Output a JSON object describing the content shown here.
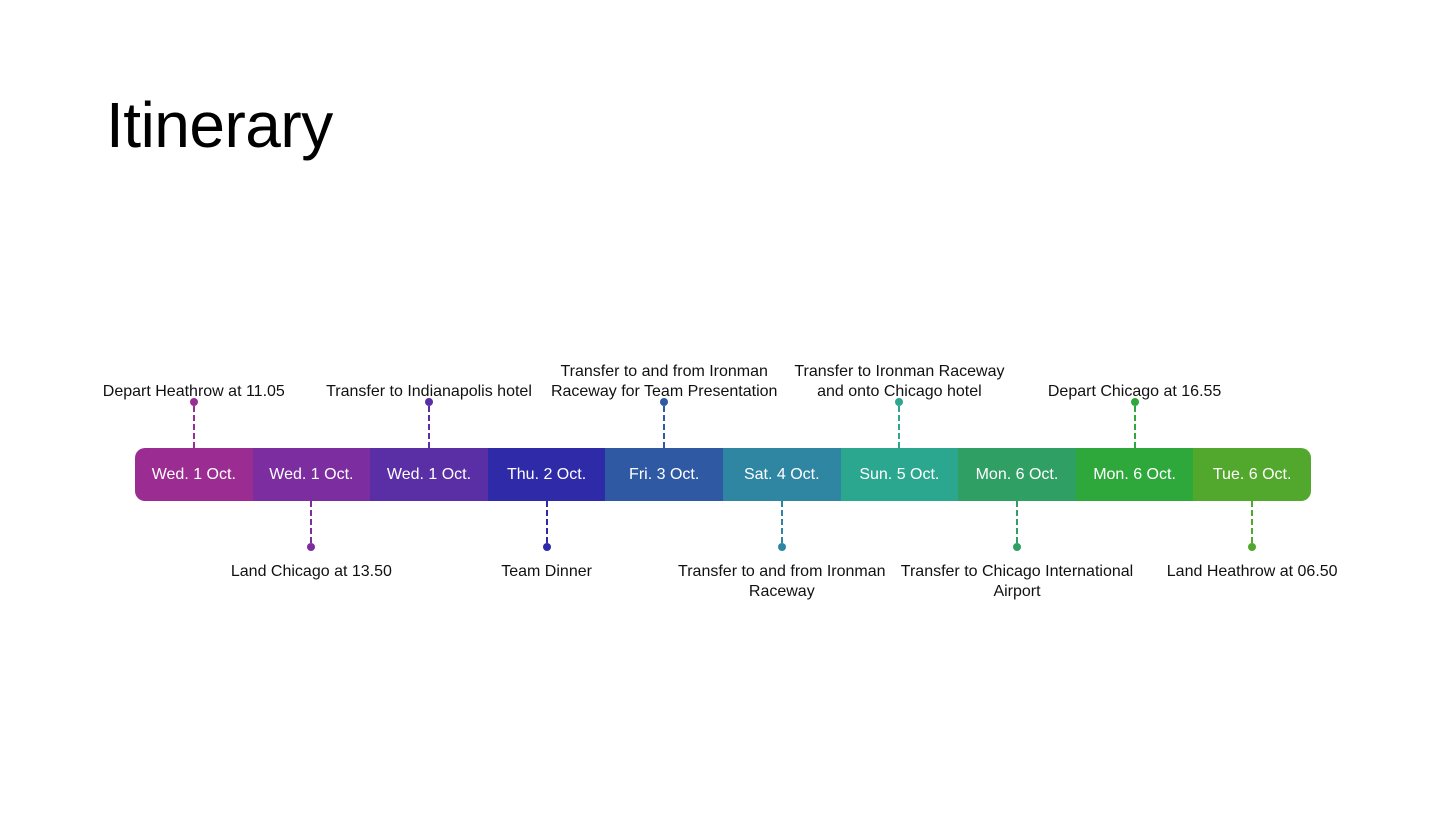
{
  "title": "Itinerary",
  "segments": [
    {
      "label": "Wed. 1 Oct.",
      "color": "#9b2c91"
    },
    {
      "label": "Wed. 1 Oct.",
      "color": "#7c2ea1"
    },
    {
      "label": "Wed. 1 Oct.",
      "color": "#5a2fa5"
    },
    {
      "label": "Thu. 2 Oct.",
      "color": "#2f2ba8"
    },
    {
      "label": "Fri. 3 Oct.",
      "color": "#2f5aa3"
    },
    {
      "label": "Sat. 4 Oct.",
      "color": "#2e86a3"
    },
    {
      "label": "Sun. 5 Oct.",
      "color": "#2ba68f"
    },
    {
      "label": "Mon. 6 Oct.",
      "color": "#2f9f63"
    },
    {
      "label": "Mon. 6 Oct.",
      "color": "#2ea83b"
    },
    {
      "label": "Tue. 6 Oct.",
      "color": "#52a82d"
    }
  ],
  "events": [
    {
      "segment": 0,
      "position": "above",
      "text": "Depart Heathrow at 11.05",
      "color": "#9b2c91"
    },
    {
      "segment": 1,
      "position": "below",
      "text": "Land Chicago at 13.50",
      "color": "#7c2ea1"
    },
    {
      "segment": 2,
      "position": "above",
      "text": "Transfer to Indianapolis hotel",
      "color": "#5a2fa5"
    },
    {
      "segment": 3,
      "position": "below",
      "text": "Team Dinner",
      "color": "#2f2ba8"
    },
    {
      "segment": 4,
      "position": "above",
      "text": "Transfer to and from Ironman Raceway for Team Presentation",
      "color": "#2f5aa3"
    },
    {
      "segment": 5,
      "position": "below",
      "text": "Transfer to and from Ironman Raceway",
      "color": "#2e86a3"
    },
    {
      "segment": 6,
      "position": "above",
      "text": "Transfer to Ironman Raceway and onto Chicago hotel",
      "color": "#2ba68f"
    },
    {
      "segment": 7,
      "position": "below",
      "text": "Transfer to Chicago International Airport",
      "color": "#2f9f63"
    },
    {
      "segment": 8,
      "position": "above",
      "text": "Depart Chicago at 16.55",
      "color": "#2ea83b"
    },
    {
      "segment": 9,
      "position": "below",
      "text": "Land Heathrow at 06.50",
      "color": "#52a82d"
    }
  ]
}
